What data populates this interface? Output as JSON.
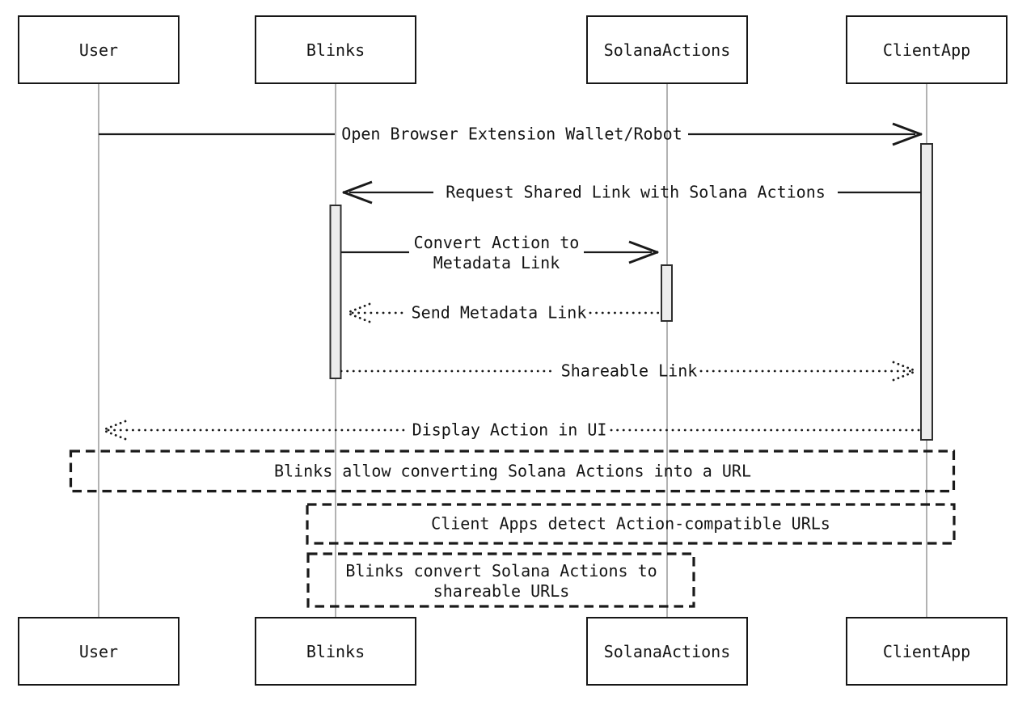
{
  "diagram_type": "sequence-diagram",
  "actors": [
    {
      "name": "User"
    },
    {
      "name": "Blinks"
    },
    {
      "name": "SolanaActions"
    },
    {
      "name": "ClientApp"
    }
  ],
  "messages": [
    {
      "from": "User",
      "to": "ClientApp",
      "line": "solid",
      "label": "Open Browser Extension Wallet/Robot"
    },
    {
      "from": "ClientApp",
      "to": "Blinks",
      "line": "solid",
      "label": "Request Shared Link with Solana Actions"
    },
    {
      "from": "Blinks",
      "to": "SolanaActions",
      "line": "solid",
      "label": "Convert Action to\nMetadata Link"
    },
    {
      "from": "SolanaActions",
      "to": "Blinks",
      "line": "dotted",
      "label": "Send Metadata Link"
    },
    {
      "from": "Blinks",
      "to": "ClientApp",
      "line": "dotted",
      "label": "Shareable Link"
    },
    {
      "from": "ClientApp",
      "to": "User",
      "line": "dotted",
      "label": "Display Action in UI"
    }
  ],
  "notes": [
    {
      "over": [
        "User",
        "ClientApp"
      ],
      "label": "Blinks allow converting Solana Actions into a URL"
    },
    {
      "over": [
        "Blinks",
        "ClientApp"
      ],
      "label": "Client Apps detect Action-compatible URLs"
    },
    {
      "over": [
        "Blinks",
        "SolanaActions"
      ],
      "label": "Blinks convert Solana Actions to\nshareable URLs"
    }
  ],
  "colors": {
    "line": "#1a1a1a",
    "text": "#141414",
    "lifeline": "#999999",
    "activation_fill": "#ececec",
    "background": "#ffffff"
  }
}
